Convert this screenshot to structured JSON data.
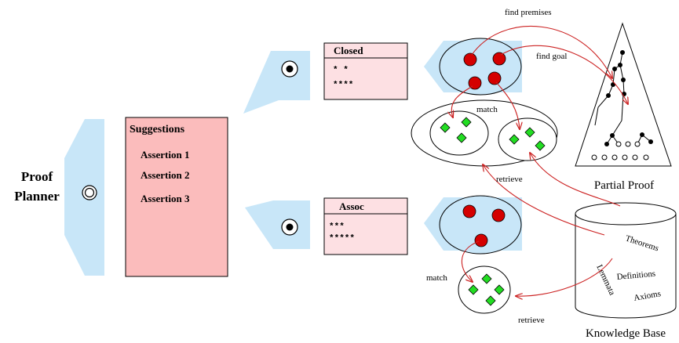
{
  "planner": {
    "line1": "Proof",
    "line2": "Planner"
  },
  "suggestions": {
    "title": "Suggestions",
    "items": [
      "Assertion 1",
      "Assertion 2",
      "Assertion 3"
    ]
  },
  "closed_box": {
    "title": "Closed",
    "line1": "* *",
    "line2": "****"
  },
  "assoc_box": {
    "title": "Assoc",
    "line1": "***",
    "line2": "*****"
  },
  "labels": {
    "find_premises": "find premises",
    "find_goal": "find goal",
    "match_top": "match",
    "retrieve_top": "retrieve",
    "match_bottom": "match",
    "retrieve_bottom": "retrieve",
    "partial_proof": "Partial Proof",
    "knowledge_base": "Knowledge Base"
  },
  "kb_items": [
    "Theorems",
    "Definitions",
    "Lemmata",
    "Axioms"
  ],
  "colors": {
    "light_blue": "#c8e6f8",
    "pink_box": "#fde0e3",
    "salmon_box": "#fbbcbc",
    "red_dot": "#d40000",
    "green_diamond": "#22dd22",
    "arrow_red": "#cc2222"
  }
}
